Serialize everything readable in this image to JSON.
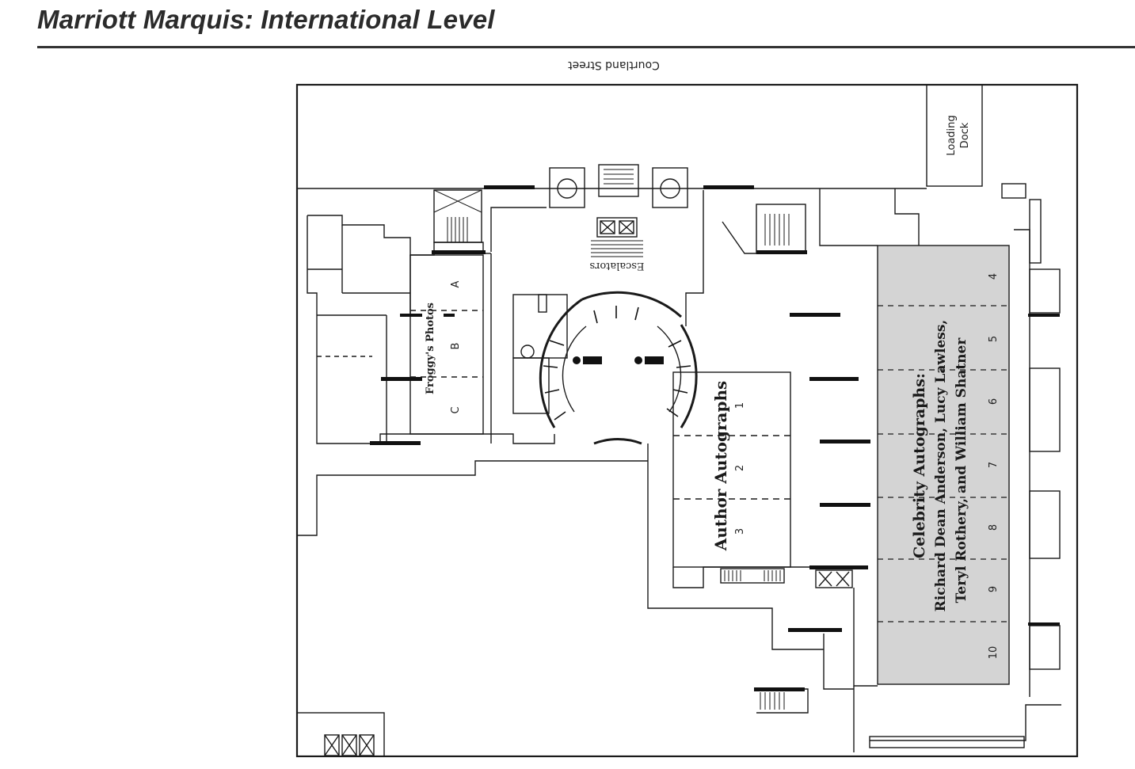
{
  "header": {
    "title": "Marriott Marquis: International Level"
  },
  "map": {
    "street": "Courtland Street",
    "loading_dock": [
      "Loading",
      "Dock"
    ],
    "escalators": "Escalators",
    "froggys": {
      "name": "Froggy's Photos",
      "sections": [
        "A",
        "B",
        "C"
      ]
    },
    "author_autographs": {
      "title": "Author Autographs",
      "booths": [
        "1",
        "2",
        "3"
      ]
    },
    "celebrity_autographs": {
      "title": "Celebrity Autographs:",
      "line1": "Richard Dean Anderson, Lucy Lawless,",
      "line2": "Teryl Rothery, and William Shatner",
      "booths": [
        "4",
        "5",
        "6",
        "7",
        "8",
        "9",
        "10"
      ]
    },
    "colors": {
      "ink": "#1a1a1a",
      "celebrity_fill": "#d4d4d4",
      "wall": "#111111"
    }
  }
}
